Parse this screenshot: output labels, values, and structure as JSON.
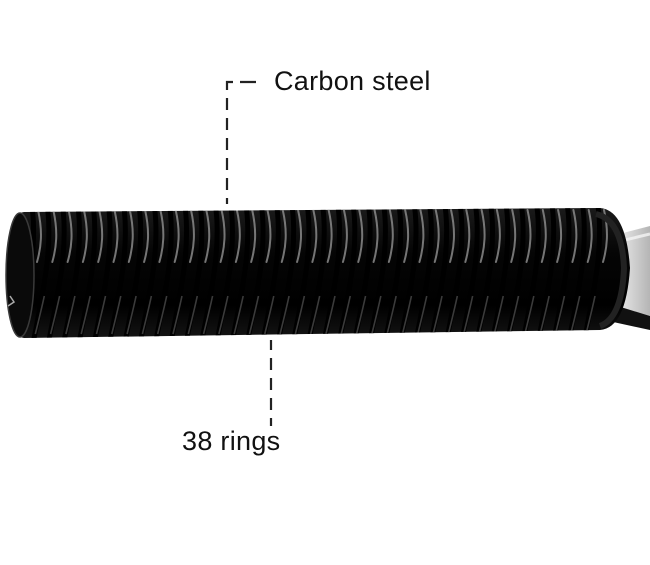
{
  "labels": {
    "material": "Carbon steel",
    "rings": "38 rings"
  },
  "colors": {
    "background": "#ffffff",
    "spring": "#0b0b0b",
    "spring_highlight": "#8a8a8a",
    "rod": "#c8c8c8",
    "leader_line": "#222222",
    "label_text": "#111111"
  },
  "spring": {
    "coil_count": 38
  }
}
